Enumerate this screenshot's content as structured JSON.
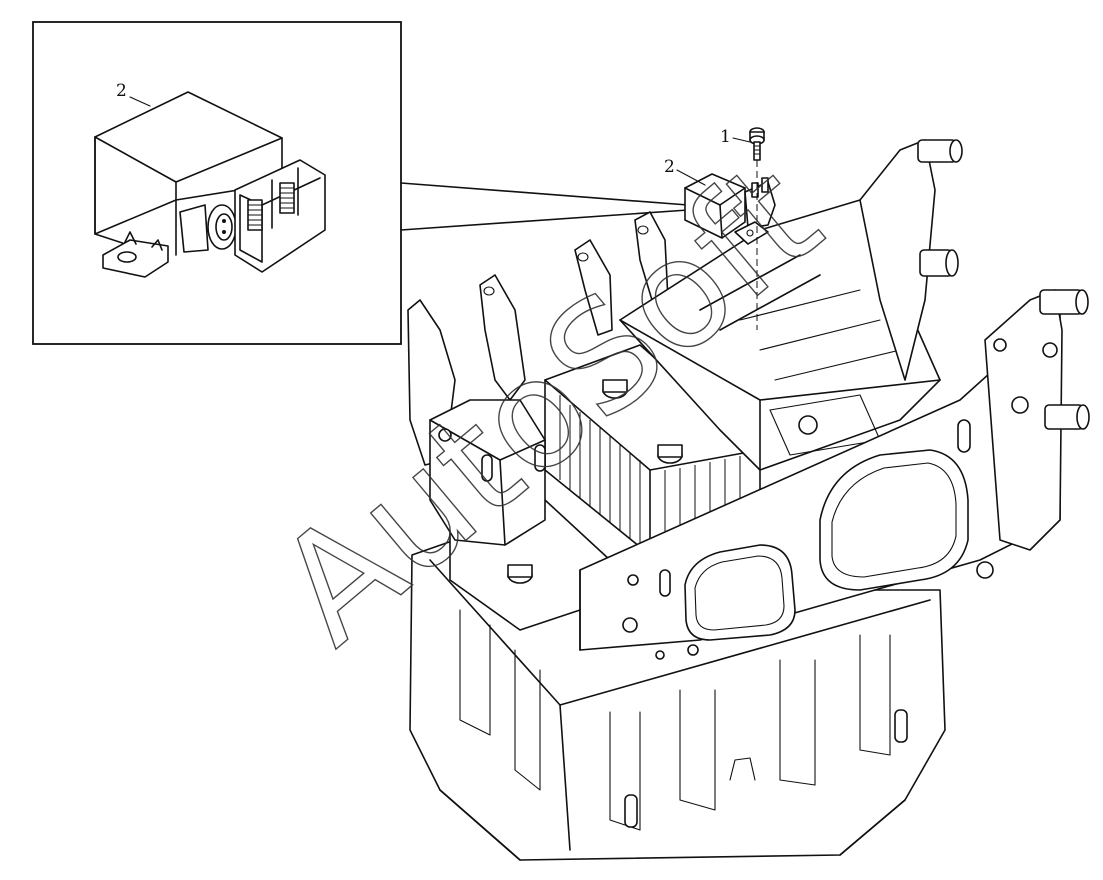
{
  "callouts": {
    "bolt_number": "1",
    "relay_number": "2",
    "inset_relay_number": "2"
  },
  "watermark": {
    "text": "AutoSoft"
  }
}
